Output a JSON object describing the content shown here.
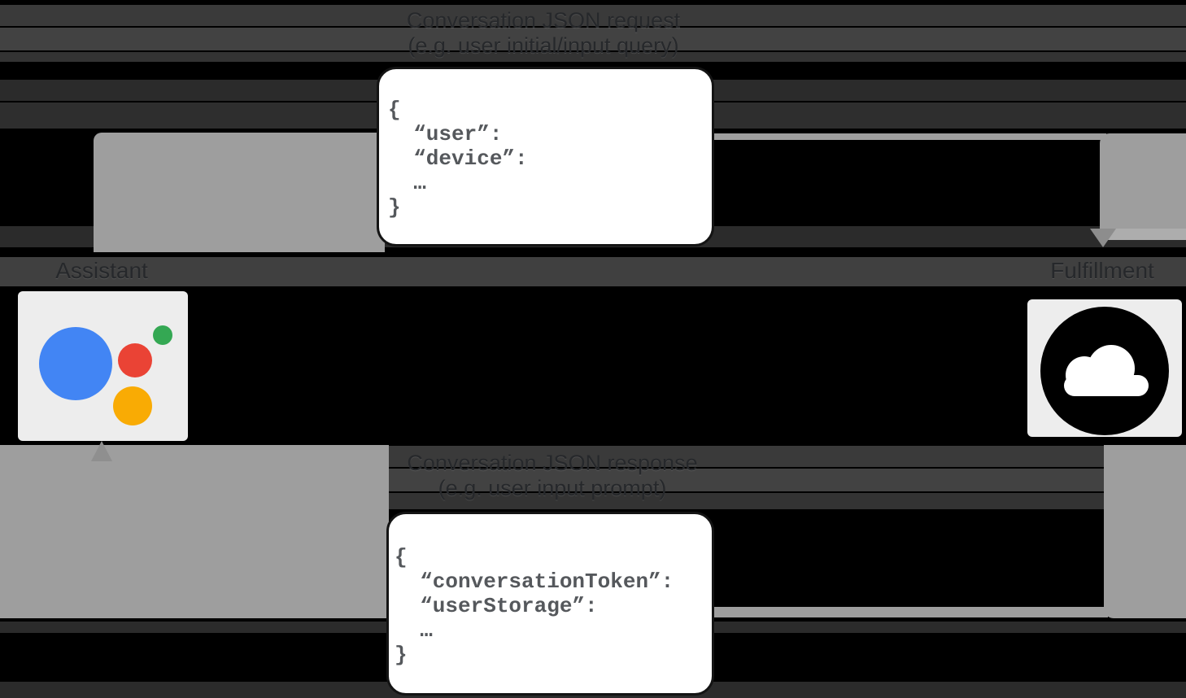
{
  "request_flow": {
    "title_line1": "Conversation JSON request",
    "title_line2": "(e.g. user initial/input query)",
    "code": "{\n  “user”:\n  “device”:\n  …\n}"
  },
  "response_flow": {
    "title_line1": "Conversation JSON response",
    "title_line2": "(e.g. user input prompt)",
    "code": "{\n  “conversationToken”:\n  “userStorage”:\n  …\n}"
  },
  "nodes": {
    "assistant": {
      "label": "Assistant"
    },
    "fulfillment": {
      "label": "Fulfillment"
    }
  },
  "colors": {
    "arrow_gray": "#9e9e9e",
    "arrowhead_gray": "#8d8d8d",
    "tile_background": "#ededed",
    "code_text": "#55585c",
    "assistant_blue": "#4285f4",
    "assistant_red": "#ea4335",
    "assistant_green": "#34a853",
    "assistant_yellow": "#f9ab04",
    "cloud_icon_black": "#000000",
    "box_background": "#ffffff"
  }
}
